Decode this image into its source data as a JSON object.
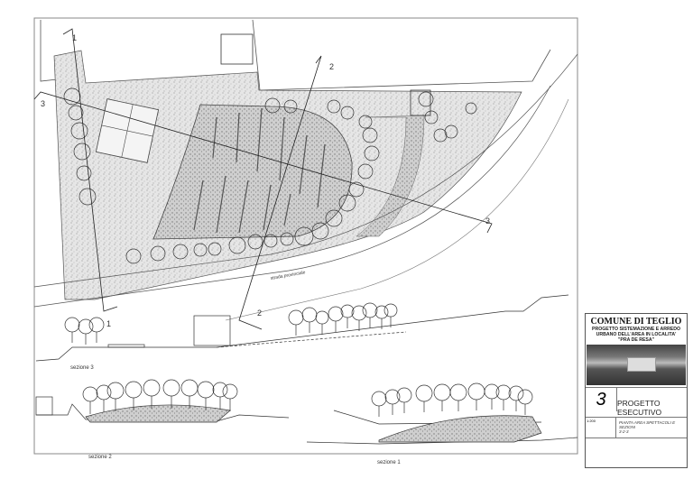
{
  "plan": {
    "road_label": "strada provinciale",
    "section_markers": [
      "1",
      "2",
      "3"
    ]
  },
  "sections": {
    "s3_label": "sezione 3",
    "s2_label": "sezione 2",
    "s1_label": "sezione 1"
  },
  "title_block": {
    "comune": "COMUNE DI TEGLIO",
    "project_line1": "PROGETTO SISTEMAZIONE E ARREDO",
    "project_line2": "URBANO DELL'AREA IN LOCALITA'",
    "project_line3": "\"PRA DE RESA\"",
    "sheet_number": "3",
    "phase": "PROGETTO ESECUTIVO",
    "scale": "1:200",
    "content_line1": "PIANTA AREA SPETTACOLI E SEZIONI",
    "content_line2": "3-2-3"
  }
}
